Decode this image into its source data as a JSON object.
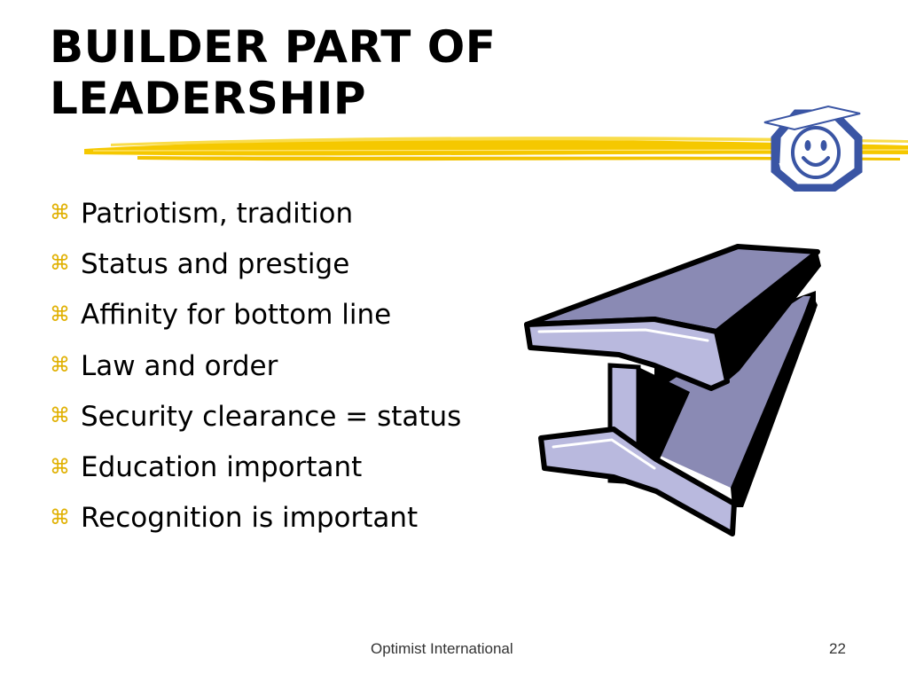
{
  "slide": {
    "title_line1": "BUILDER PART OF",
    "title_line2": "LEADERSHIP",
    "bullet_glyph": "⌘",
    "bullets": [
      "Patriotism, tradition",
      "Status and prestige",
      "Affinity for bottom line",
      "Law and order",
      "Security clearance = status",
      "Education important",
      "Recognition is important"
    ],
    "footer_center": "Optimist International",
    "page_number": "22"
  },
  "icons": {
    "logo": "optimist-graduate-octagon-icon",
    "clipart": "steel-i-beam-icon",
    "decoration": "yellow-brush-swoosh"
  },
  "colors": {
    "accent_yellow": "#f5c800",
    "bullet_yellow": "#e0b000",
    "logo_blue": "#3a55a4",
    "beam_light": "#b9b9de",
    "beam_top": "#8a8ab4",
    "beam_shadow": "#000000"
  }
}
